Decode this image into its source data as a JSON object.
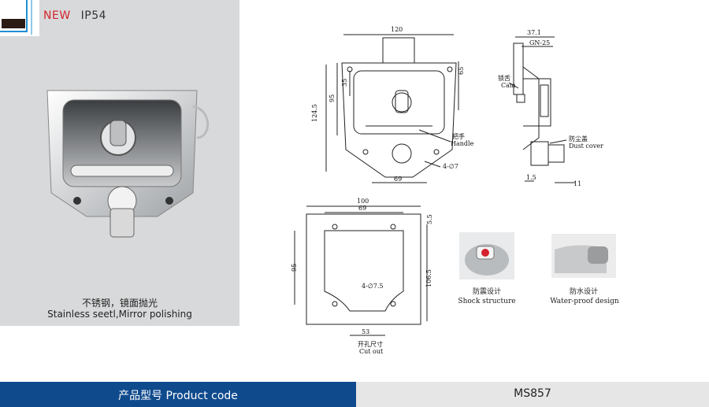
{
  "badge": {
    "new": "NEW",
    "rating": "IP54"
  },
  "photo_caption": {
    "cn": "不锈钢，镜面抛光",
    "en": "Stainless seetl,Mirror polishing"
  },
  "front_view": {
    "dims": {
      "width": "120",
      "height_total": "124.5",
      "height_body": "95",
      "handle_top": "35",
      "right_top": "65",
      "bottom": "69"
    },
    "labels": {
      "handle_cn": "把手",
      "handle_en": "Handle",
      "holes": "4-∅7"
    }
  },
  "side_view": {
    "dims": {
      "top1": "37.1",
      "top2": "GN-25",
      "bottom1": "1.5",
      "bottom2": "11"
    },
    "labels": {
      "cam_cn": "锁舌",
      "cam_en": "Cam",
      "dust_cn": "防尘盖",
      "dust_en": "Dust cover"
    }
  },
  "cutout_view": {
    "dims": {
      "width": "100",
      "inner": "69",
      "side": "5.5",
      "height_left": "95",
      "height_right": "106.5",
      "bottom": "53"
    },
    "labels": {
      "holes": "4-∅7.5",
      "title_cn": "开孔尺寸",
      "title_en": "Cut out"
    }
  },
  "features": [
    {
      "cn": "防震设计",
      "en": "Shock structure"
    },
    {
      "cn": "防水设计",
      "en": "Water-proof design"
    }
  ],
  "footer": {
    "label": "产品型号  Product code",
    "code": "MS857"
  },
  "colors": {
    "accent": "#d4232c",
    "brand": "#0f4a8d",
    "panel": "#d8d9da"
  }
}
